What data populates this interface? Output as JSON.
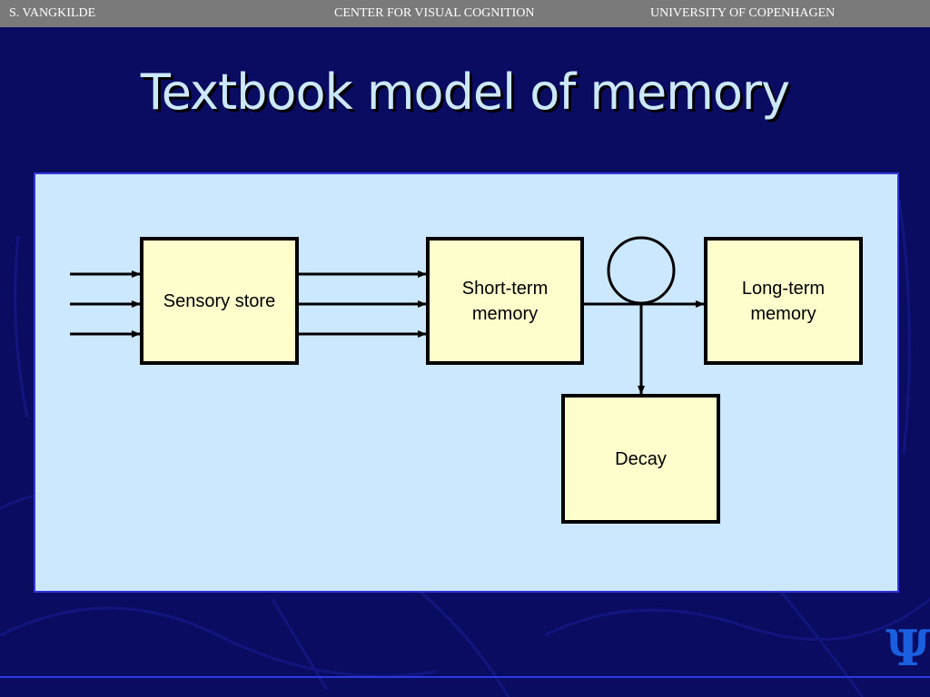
{
  "header": {
    "left": "S. VANGKILDE",
    "center": "CENTER FOR VISUAL COGNITION",
    "right": "UNIVERSITY OF COPENHAGEN"
  },
  "slide": {
    "title": "Textbook model of memory",
    "logo_symbol": "Ψ"
  },
  "diagram": {
    "nodes": {
      "sensory_store": "Sensory store",
      "short_term_memory": "Short-term\nmemory",
      "long_term_memory": "Long-term\nmemory",
      "decay": "Decay"
    },
    "edges": [
      {
        "from": "input",
        "to": "Sensory store",
        "count": 3
      },
      {
        "from": "Sensory store",
        "to": "Short-term memory",
        "count": 3
      },
      {
        "from": "Short-term memory",
        "to": "Long-term memory",
        "count": 1,
        "loop": true
      },
      {
        "from": "Short-term memory",
        "to": "Decay",
        "count": 1
      }
    ]
  },
  "colors": {
    "background": "#0a0c62",
    "header_bar": "#7a7a7a",
    "title": "#cce8ff",
    "panel": "#cce8fe",
    "box_fill": "#fefecc",
    "accent": "#1a5fe0"
  }
}
